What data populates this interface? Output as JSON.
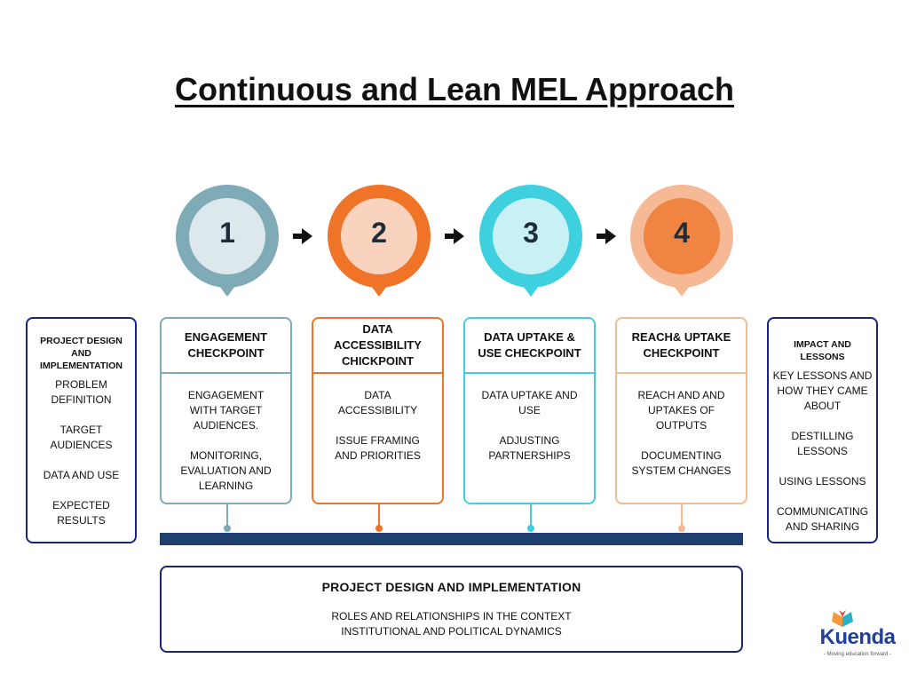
{
  "title": "Continuous and Lean MEL Approach",
  "colors": {
    "navy": "#1a237e",
    "timeline": "#1f3f70",
    "step1": "#7fabb6",
    "step1_light": "#dce8ec",
    "step2": "#f07428",
    "step2_light": "#f9d3bd",
    "step3": "#3fd0e0",
    "step3_light": "#c9f1f5",
    "step4": "#f5b995",
    "step4_dark": "#f08443"
  },
  "left_panel": {
    "title": "PROJECT DESIGN AND IMPLEMENTATION",
    "items": [
      "PROBLEM DEFINITION",
      "TARGET AUDIENCES",
      "DATA AND USE",
      "EXPECTED RESULTS"
    ]
  },
  "checkpoints": [
    {
      "number": "1",
      "title": "ENGAGEMENT CHECKPOINT",
      "items": [
        "ENGAGEMENT WITH TARGET AUDIENCES.",
        "MONITORING, EVALUATION AND LEARNING"
      ]
    },
    {
      "number": "2",
      "title": "DATA ACCESSIBILITY CHICKPOINT",
      "items": [
        "DATA ACCESSIBILITY",
        "ISSUE FRAMING AND PRIORITIES"
      ]
    },
    {
      "number": "3",
      "title": "DATA UPTAKE & USE CHECKPOINT",
      "items": [
        "DATA UPTAKE AND USE",
        "ADJUSTING PARTNERSHIPS"
      ]
    },
    {
      "number": "4",
      "title": "REACH& UPTAKE CHECKPOINT",
      "items": [
        "REACH AND AND UPTAKES OF OUTPUTS",
        "DOCUMENTING SYSTEM CHANGES"
      ]
    }
  ],
  "right_panel": {
    "title": "IMPACT AND LESSONS",
    "items": [
      "KEY LESSONS AND HOW THEY CAME ABOUT",
      "DESTILLING LESSONS",
      "USING LESSONS",
      "COMMUNICATING AND SHARING"
    ]
  },
  "bottom_panel": {
    "title": "PROJECT DESIGN AND IMPLEMENTATION",
    "lines": [
      "ROLES AND RELATIONSHIPS IN THE CONTEXT",
      "INSTITUTIONAL AND POLITICAL DYNAMICS"
    ]
  },
  "logo": {
    "name": "Kuenda",
    "tagline": "- Moving education forward -"
  }
}
